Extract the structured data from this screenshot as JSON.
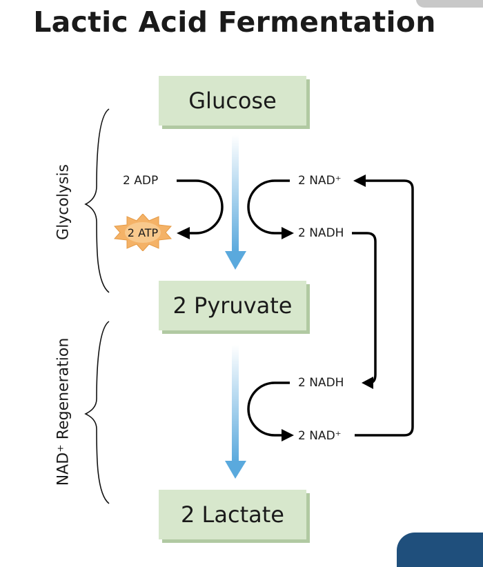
{
  "title": "Lactic Acid Fermentation",
  "boxes": {
    "glucose": "Glucose",
    "pyruvate": "2 Pyruvate",
    "lactate": "2 Lactate"
  },
  "phases": {
    "glycolysis": "Glycolysis",
    "regeneration": "NAD⁺ Regeneration"
  },
  "molecules": {
    "adp": "2 ADP",
    "atp": "2 ATP",
    "nad_top": "2 NAD⁺",
    "nadh_top": "2 NADH",
    "nadh_bottom": "2 NADH",
    "nad_bottom": "2 NAD⁺"
  },
  "colors": {
    "box_fill": "#d7e7cc",
    "box_shadow": "#b1c9a2",
    "flow_arrow": "#5aa9dd",
    "atp_star": "#f4b267"
  }
}
